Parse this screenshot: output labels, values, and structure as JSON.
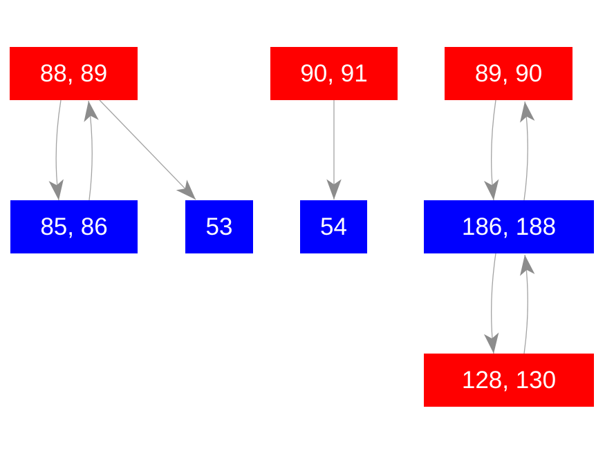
{
  "graph": {
    "background_color": "#ffffff",
    "edge_line_color": "#a3a3a3",
    "arrowhead_color": "#8c8c8c",
    "label_color": "#ffffff",
    "node_fill_red": "#ff0000",
    "node_fill_blue": "#0000ff",
    "nodes": [
      {
        "label": "88, 89",
        "color": "#ff0000"
      },
      {
        "label": "90, 91",
        "color": "#ff0000"
      },
      {
        "label": "89, 90",
        "color": "#ff0000"
      },
      {
        "label": "85, 86",
        "color": "#0000ff"
      },
      {
        "label": "53",
        "color": "#0000ff"
      },
      {
        "label": "54",
        "color": "#0000ff"
      },
      {
        "label": "186, 188",
        "color": "#0000ff"
      },
      {
        "label": "128, 130",
        "color": "#ff0000"
      }
    ],
    "edges": [
      {
        "from": "88, 89",
        "to": "85, 86",
        "style": "curved"
      },
      {
        "from": "85, 86",
        "to": "88, 89",
        "style": "curved"
      },
      {
        "from": "88, 89",
        "to": "53",
        "style": "straight"
      },
      {
        "from": "90, 91",
        "to": "54",
        "style": "straight"
      },
      {
        "from": "89, 90",
        "to": "186, 188",
        "style": "curved"
      },
      {
        "from": "186, 188",
        "to": "89, 90",
        "style": "curved"
      },
      {
        "from": "186, 188",
        "to": "128, 130",
        "style": "curved"
      },
      {
        "from": "128, 130",
        "to": "186, 188",
        "style": "curved"
      }
    ]
  }
}
